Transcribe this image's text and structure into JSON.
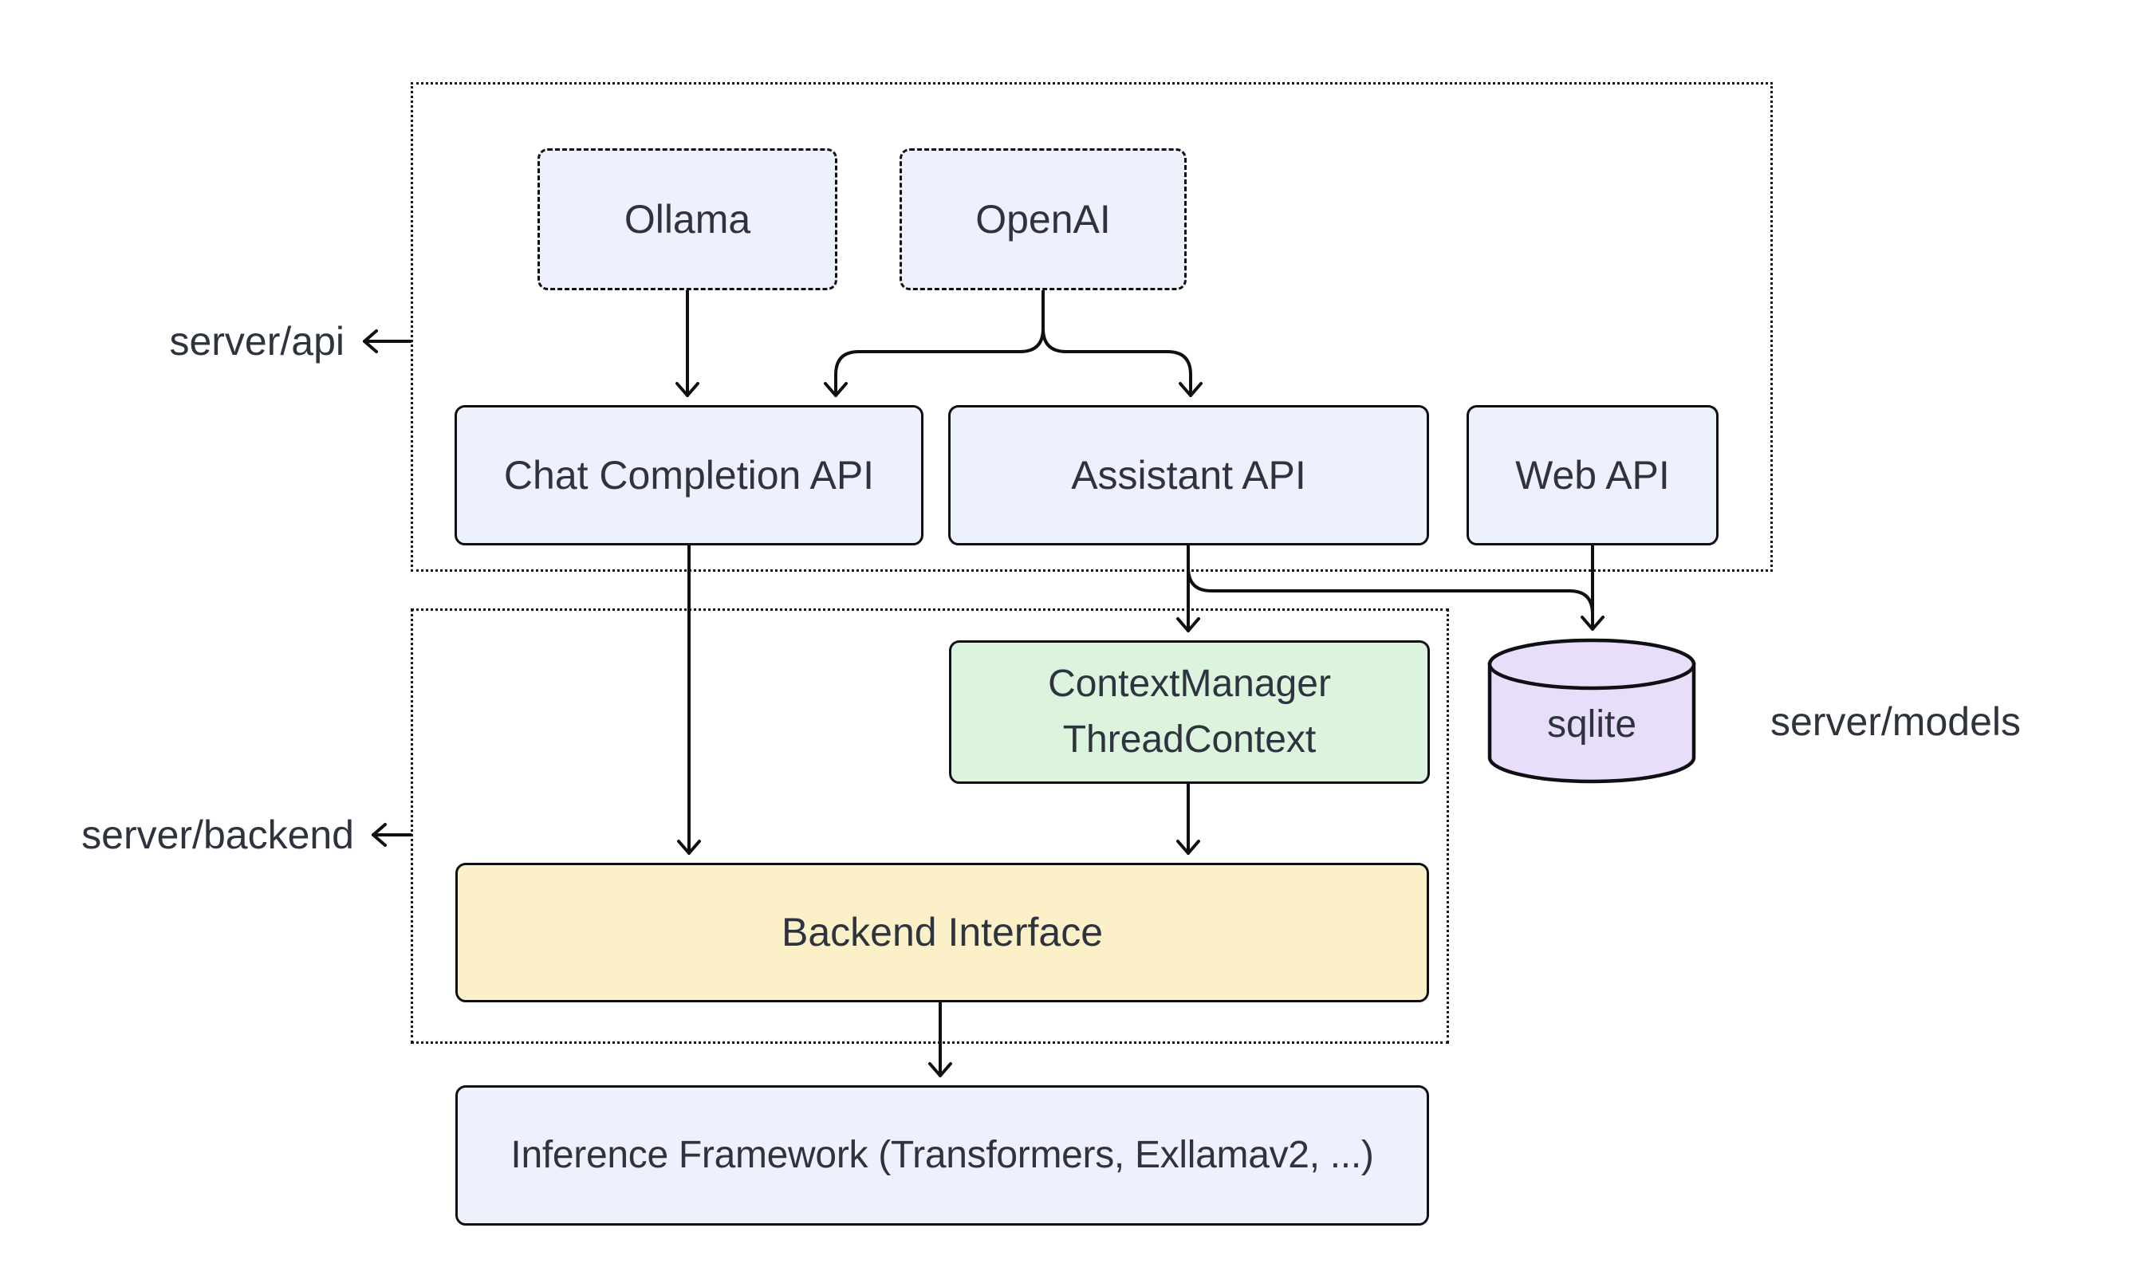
{
  "diagram": {
    "title": "server architecture diagram",
    "colors": {
      "background": "#ffffff",
      "node_blue": "#edf1fb",
      "node_green": "#dcf3de",
      "node_yellow": "#fcf0c9",
      "db_purple": "#e9def9",
      "stroke": "#101014",
      "text": "#2e343d"
    },
    "containers": {
      "api": {
        "label": "server/api"
      },
      "backend": {
        "label": "server/backend"
      }
    },
    "side_labels": {
      "models": {
        "label": "server/models"
      }
    },
    "nodes": {
      "ollama": {
        "label": "Ollama"
      },
      "openai": {
        "label": "OpenAI"
      },
      "chat_completion_api": {
        "label": "Chat Completion API"
      },
      "assistant_api": {
        "label": "Assistant API"
      },
      "web_api": {
        "label": "Web API"
      },
      "context_manager": {
        "line1": "ContextManager",
        "line2": "ThreadContext"
      },
      "sqlite": {
        "label": "sqlite"
      },
      "backend_interface": {
        "label": "Backend Interface"
      },
      "inference_framework": {
        "label": "Inference Framework (Transformers, Exllamav2, ...)"
      }
    },
    "edges": [
      {
        "from": "ollama",
        "to": "chat_completion_api"
      },
      {
        "from": "openai",
        "to": "chat_completion_api"
      },
      {
        "from": "openai",
        "to": "assistant_api"
      },
      {
        "from": "chat_completion_api",
        "to": "backend_interface"
      },
      {
        "from": "assistant_api",
        "to": "context_manager"
      },
      {
        "from": "assistant_api",
        "to": "sqlite"
      },
      {
        "from": "web_api",
        "to": "sqlite"
      },
      {
        "from": "context_manager",
        "to": "backend_interface"
      },
      {
        "from": "backend_interface",
        "to": "inference_framework"
      }
    ]
  }
}
